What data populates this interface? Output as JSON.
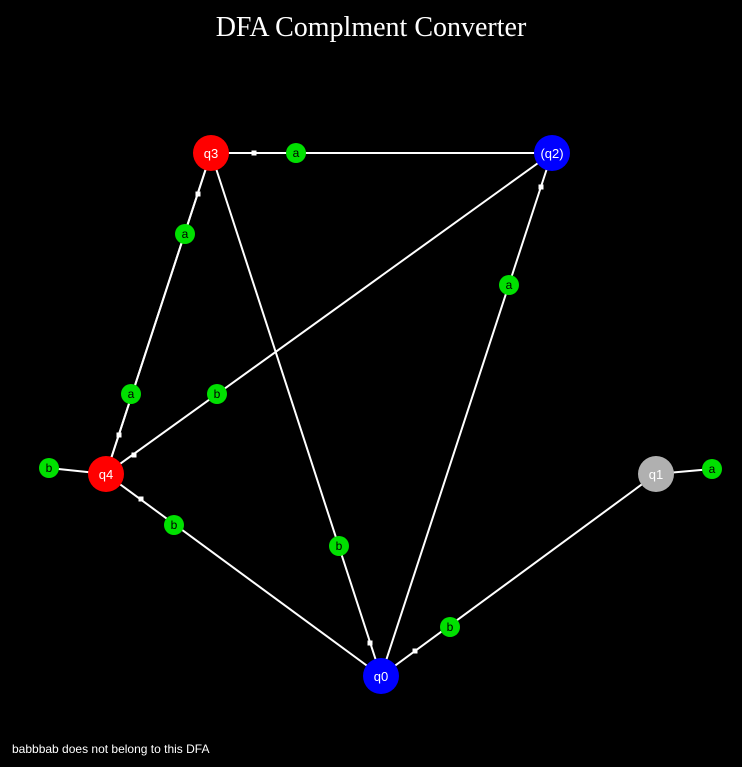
{
  "header": {
    "title": "DFA Complment Converter"
  },
  "status": {
    "message": "babbbab does not belong to this DFA"
  },
  "colors": {
    "background": "#000000",
    "edge": "#ffffff",
    "symbol_bubble": "#00e000",
    "rejecting_state": "#ff0000",
    "accepting_state": "#0000ff",
    "start_or_final_highlight": "#0000ff",
    "dead_state": "#b0b0b0"
  },
  "states": [
    {
      "id": "q3",
      "label": "q3",
      "fill": "#ff0000"
    },
    {
      "id": "q2",
      "label": "(q2)",
      "fill": "#0000ff"
    },
    {
      "id": "q4",
      "label": "q4",
      "fill": "#ff0000"
    },
    {
      "id": "q1",
      "label": "q1",
      "fill": "#b0b0b0"
    },
    {
      "id": "q0",
      "label": "q0",
      "fill": "#0000ff"
    }
  ],
  "transitions": [
    {
      "from": "q3",
      "to": "q2",
      "symbol": "a"
    },
    {
      "from": "q4",
      "to": "q3",
      "symbol": "a"
    },
    {
      "from": "q3",
      "to": "q4",
      "symbol": "a"
    },
    {
      "from": "q4",
      "to": "q2",
      "symbol": "b"
    },
    {
      "from": "q0",
      "to": "q2",
      "symbol": "a"
    },
    {
      "from": "q3",
      "to": "q0",
      "symbol": "b"
    },
    {
      "from": "q4",
      "to": "q0",
      "symbol": "b"
    },
    {
      "from": "q0",
      "to": "q1",
      "symbol": "b"
    },
    {
      "from": "q4",
      "to": "q4",
      "symbol": "b"
    },
    {
      "from": "q1",
      "to": "q1",
      "symbol": "a"
    }
  ]
}
